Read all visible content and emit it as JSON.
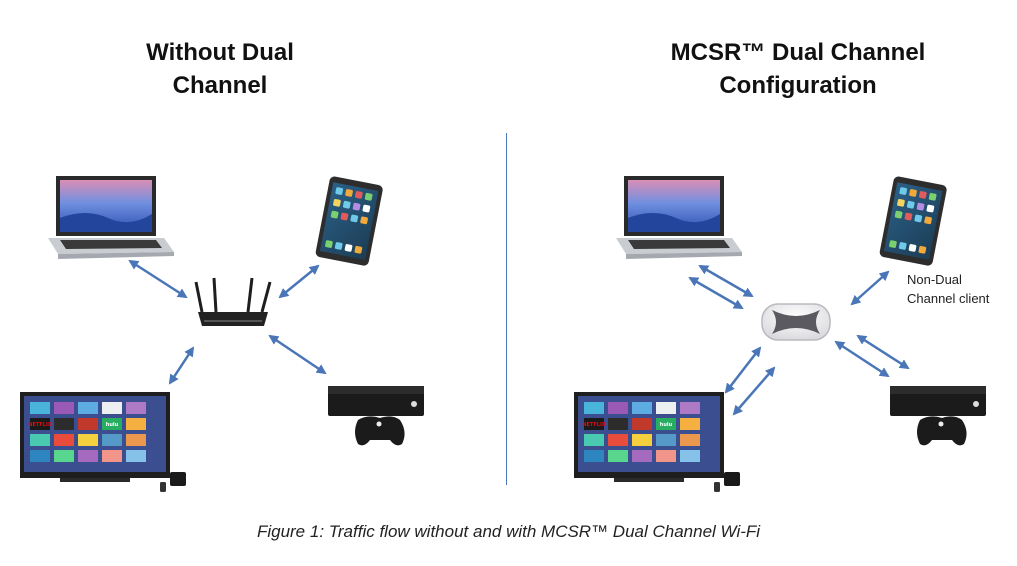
{
  "left_panel": {
    "title": "Without Dual\nChannel"
  },
  "right_panel": {
    "title": "MCSR™ Dual Channel\nConfiguration",
    "client_note": "Non-Dual\nChannel client"
  },
  "caption": "Figure 1: Traffic flow without and with MCSR™ Dual Channel Wi-Fi",
  "tv_apps": [
    "NETFLIX",
    "hulu"
  ],
  "colors": {
    "arrow": "#4a76b8",
    "divider": "#4a76b8",
    "device_dark": "#1e1e1e",
    "laptop_silver": "#c9ccd1",
    "screen_blue": "#3a66c4"
  },
  "icons": [
    "laptop-icon",
    "tablet-icon",
    "router-icon",
    "tv-icon",
    "game-console-icon",
    "mesh-node-icon"
  ]
}
